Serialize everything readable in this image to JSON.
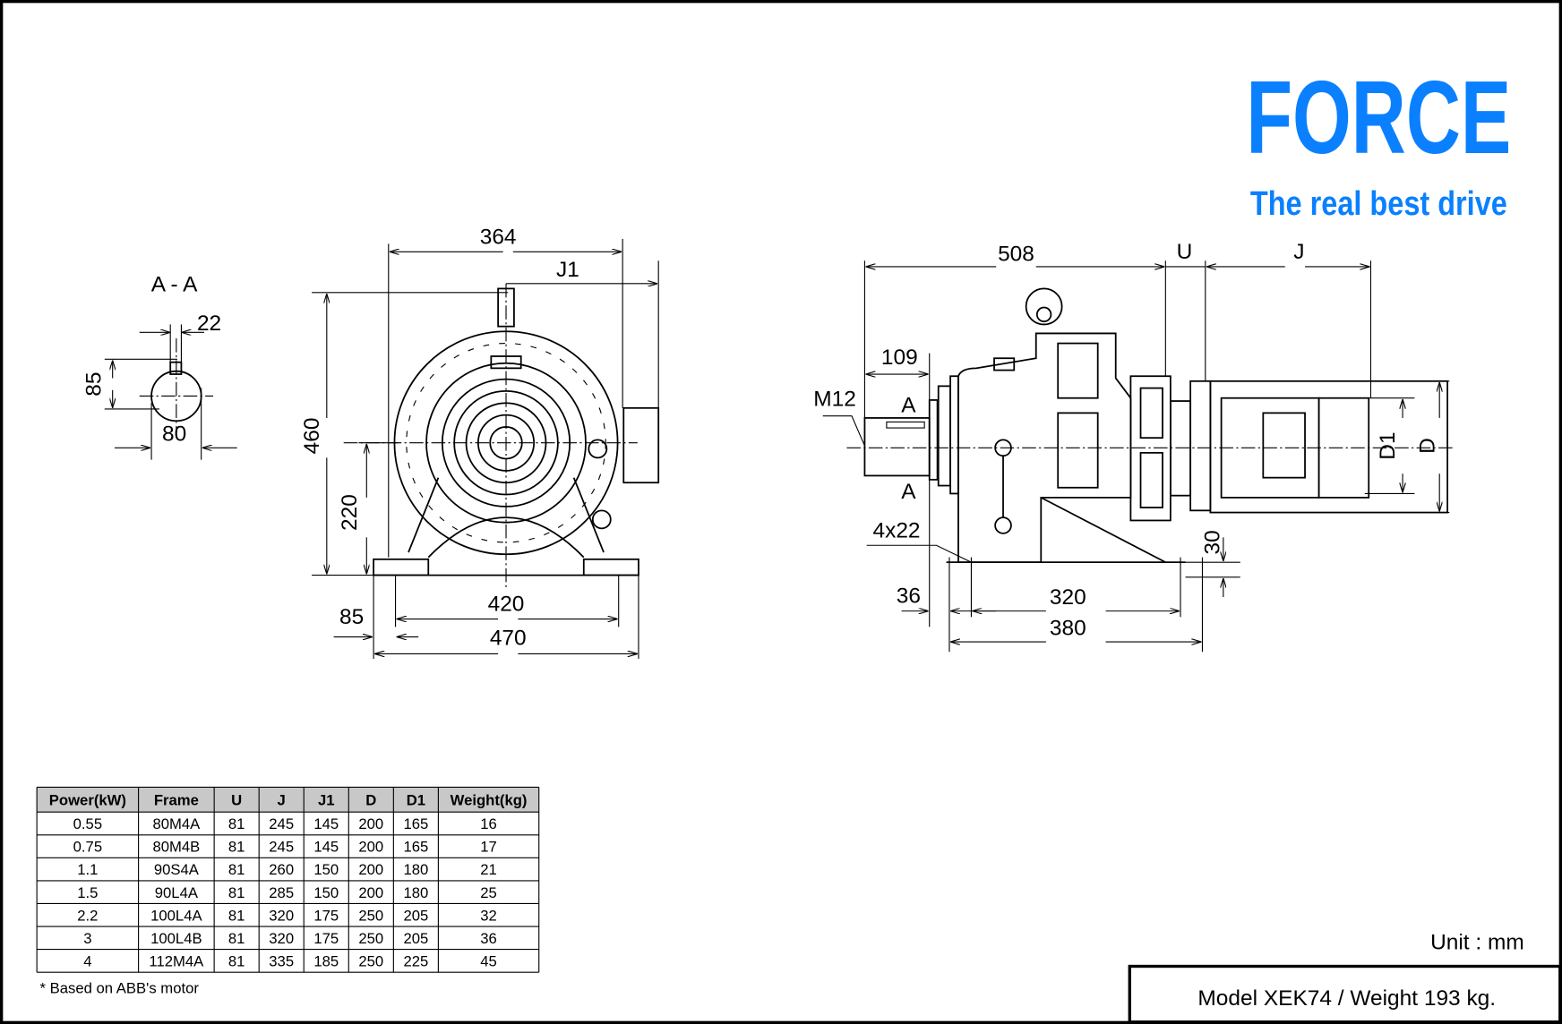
{
  "brand": {
    "name": "FORCE",
    "tagline": "The real best drive",
    "color": "#0a80ff"
  },
  "section": {
    "label": "A - A",
    "key_width": "22",
    "height": "85",
    "diameter": "80"
  },
  "front_view": {
    "width_top": "364",
    "j1": "J1",
    "height": "460",
    "shaft_height": "220",
    "foot": "85",
    "base_inner": "420",
    "base_outer": "470"
  },
  "side_view": {
    "length": "508",
    "u": "U",
    "j": "J",
    "shaft_len": "109",
    "thread": "M12",
    "section_mark": "A",
    "holes": "4x22",
    "foot_offset": "36",
    "foot_inner": "320",
    "foot_outer": "380",
    "foot_height": "30",
    "d1": "D1",
    "d": "D"
  },
  "table": {
    "headers": [
      "Power(kW)",
      "Frame",
      "U",
      "J",
      "J1",
      "D",
      "D1",
      "Weight(kg)"
    ],
    "rows": [
      [
        "0.55",
        "80M4A",
        "81",
        "245",
        "145",
        "200",
        "165",
        "16"
      ],
      [
        "0.75",
        "80M4B",
        "81",
        "245",
        "145",
        "200",
        "165",
        "17"
      ],
      [
        "1.1",
        "90S4A",
        "81",
        "260",
        "150",
        "200",
        "180",
        "21"
      ],
      [
        "1.5",
        "90L4A",
        "81",
        "285",
        "150",
        "200",
        "180",
        "25"
      ],
      [
        "2.2",
        "100L4A",
        "81",
        "320",
        "175",
        "250",
        "205",
        "32"
      ],
      [
        "3",
        "100L4B",
        "81",
        "320",
        "175",
        "250",
        "205",
        "36"
      ],
      [
        "4",
        "112M4A",
        "81",
        "335",
        "185",
        "250",
        "225",
        "45"
      ]
    ],
    "footnote": "* Based on ABB's motor"
  },
  "unit": "Unit : mm",
  "model": "Model XEK74 / Weight 193 kg."
}
